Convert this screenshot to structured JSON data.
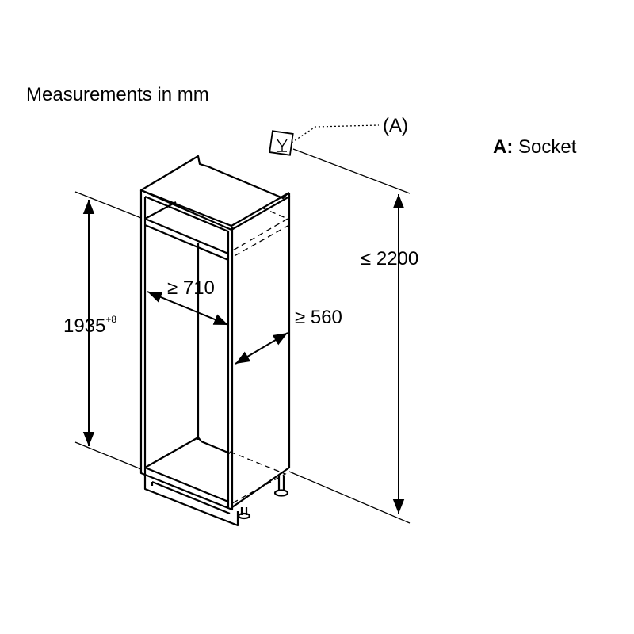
{
  "title": "Measurements in mm",
  "socket_marker": "(A)",
  "legend": {
    "key": "A:",
    "label": "Socket"
  },
  "dimensions": {
    "niche_height": "1935",
    "niche_height_tolerance": "+8",
    "niche_width": "≥ 710",
    "niche_depth": "≥ 560",
    "socket_height": "≤ 2200"
  }
}
